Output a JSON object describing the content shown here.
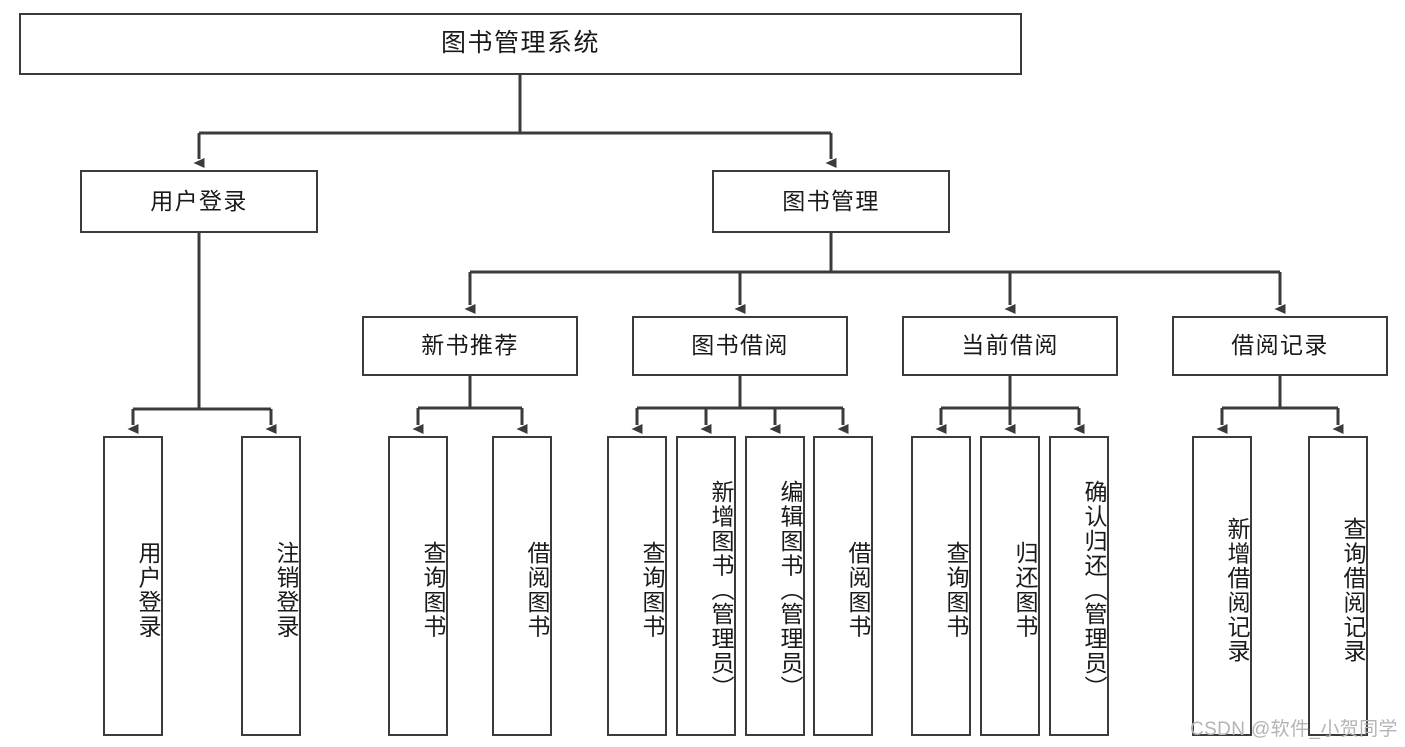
{
  "diagram": {
    "title": "图书管理系统",
    "type": "tree-hierarchy-diagram",
    "watermark": "CSDN @软件_小贺同学",
    "colors": {
      "stroke": "#3b3b3b",
      "fill": "#ffffff",
      "text": "#1a1a1a",
      "watermark": "#b4b4b4"
    },
    "nodes": {
      "root": {
        "label": "图书管理系统"
      },
      "level1": [
        {
          "id": "user-login",
          "label": "用户登录"
        },
        {
          "id": "book-management",
          "label": "图书管理"
        }
      ],
      "level2": [
        {
          "id": "new-book-recommend",
          "label": "新书推荐"
        },
        {
          "id": "book-borrow",
          "label": "图书借阅"
        },
        {
          "id": "current-borrow",
          "label": "当前借阅"
        },
        {
          "id": "borrow-record",
          "label": "借阅记录"
        }
      ],
      "leaves": {
        "user-login": [
          {
            "id": "leaf-user-login",
            "label": "用户登录"
          },
          {
            "id": "leaf-logout-login",
            "label": "注销登录"
          }
        ],
        "new-book-recommend": [
          {
            "id": "leaf-query-book-1",
            "label": "查询图书"
          },
          {
            "id": "leaf-borrow-book-1",
            "label": "借阅图书"
          }
        ],
        "book-borrow": [
          {
            "id": "leaf-query-book-2",
            "label": "查询图书"
          },
          {
            "id": "leaf-add-book",
            "label": "新增图书（管理员）"
          },
          {
            "id": "leaf-edit-book",
            "label": "编辑图书（管理员）"
          },
          {
            "id": "leaf-borrow-book-2",
            "label": "借阅图书"
          }
        ],
        "current-borrow": [
          {
            "id": "leaf-query-book-3",
            "label": "查询图书"
          },
          {
            "id": "leaf-return-book",
            "label": "归还图书"
          },
          {
            "id": "leaf-confirm-return",
            "label": "确认归还（管理员）"
          }
        ],
        "borrow-record": [
          {
            "id": "leaf-add-record",
            "label": "新增借阅记录"
          },
          {
            "id": "leaf-query-record",
            "label": "查询借阅记录"
          }
        ]
      }
    }
  }
}
